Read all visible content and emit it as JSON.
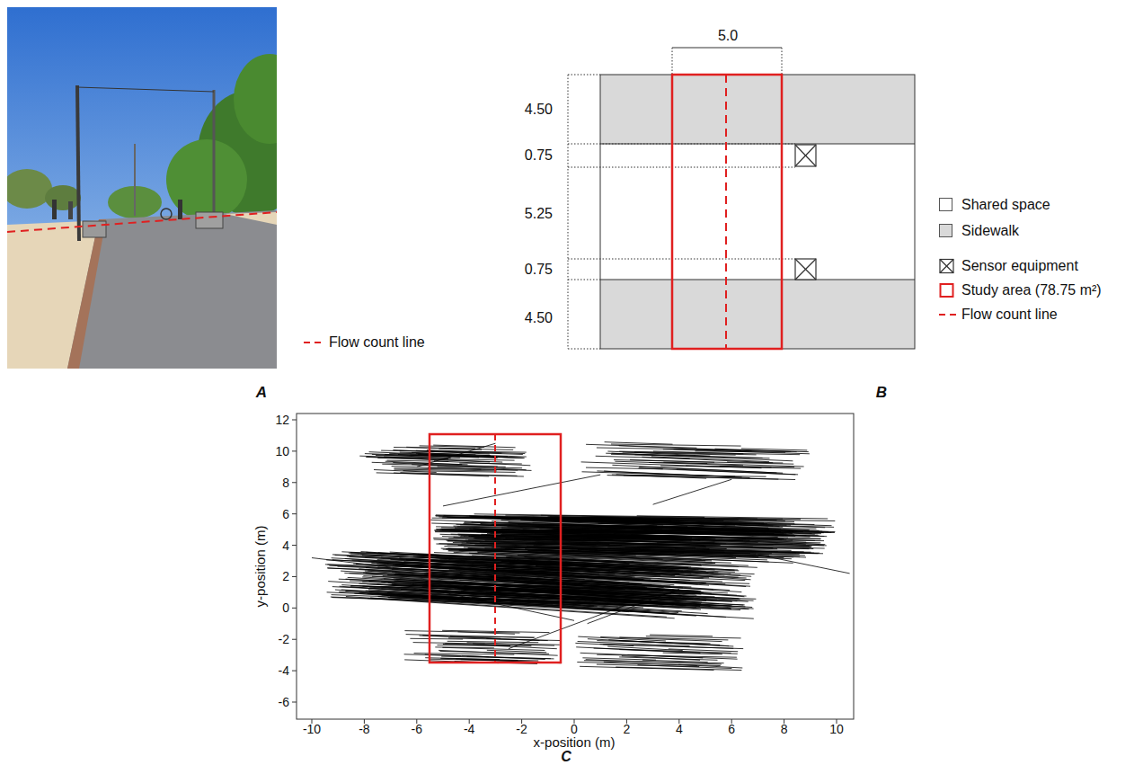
{
  "diagram": {
    "labels": [
      "A",
      "5.0",
      "4.50",
      "0.75",
      "5.25",
      "0.75",
      "4.50",
      "B",
      "12",
      "10",
      "8",
      "6",
      "4",
      "2",
      "0",
      "-2",
      "-4",
      "-6",
      "-10",
      "-8",
      "-6",
      "-4",
      "-2",
      "0",
      "2",
      "4",
      "6",
      "8",
      "10",
      "y-position (m)",
      "x-position (m)",
      "C"
    ],
    "legend": [
      {
        "text": "Flow count line"
      },
      {
        "text": "Shared space",
        "color": "#ffffff"
      },
      {
        "text": "Sidewalk",
        "color": "#d9d9d9"
      },
      {
        "text": "Sensor equipment"
      },
      {
        "text": "Study area (78.75 m²)"
      },
      {
        "text": "Flow count line"
      }
    ]
  }
}
